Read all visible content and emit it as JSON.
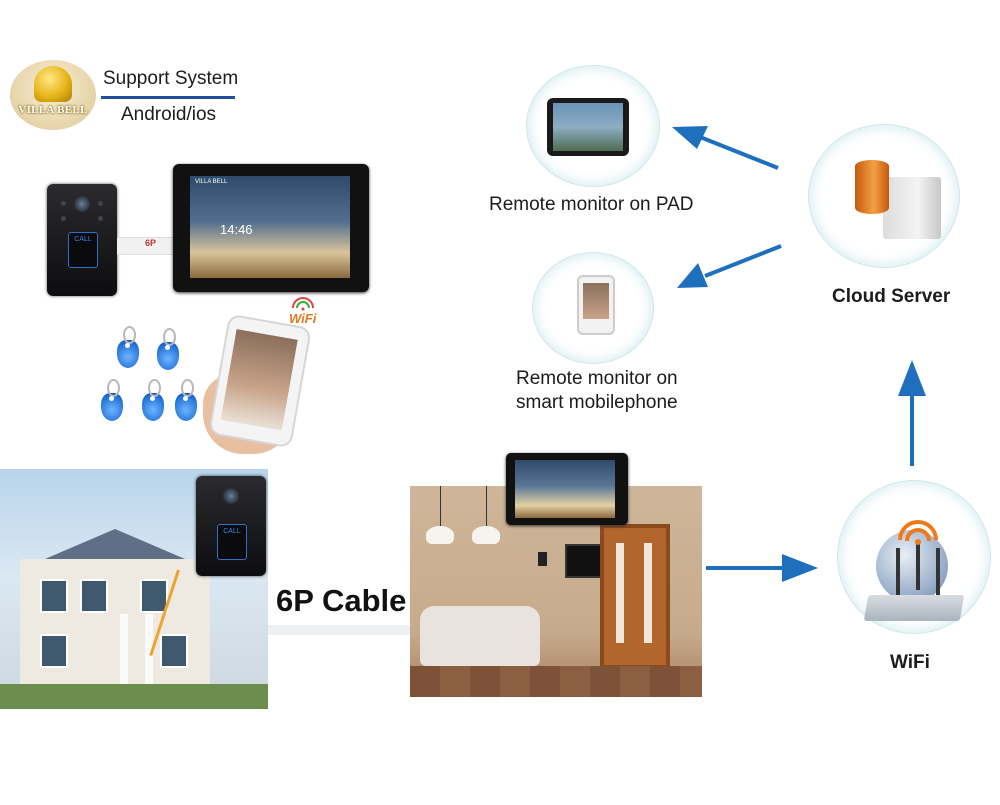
{
  "logo": {
    "brand": "VILLA BELL"
  },
  "support": {
    "title": "Support System",
    "platforms": "Android/ios"
  },
  "devices": {
    "cable_small_label": "6P",
    "monitor_brand": "VILLA BELL",
    "monitor_time": "14:46",
    "doorbell_button": "CALL",
    "wifi_badge": "WiFi"
  },
  "installation": {
    "cable_label": "6P Cable"
  },
  "network": {
    "pad_label": "Remote monitor on PAD",
    "phone_label_line1": "Remote monitor on",
    "phone_label_line2": "smart mobilephone",
    "server_label": "Cloud Server",
    "wifi_label": "WiFi"
  },
  "colors": {
    "arrow": "#1f6fbf",
    "circle_ring": "#cfe6ea",
    "rule": "#1f4f9a"
  }
}
